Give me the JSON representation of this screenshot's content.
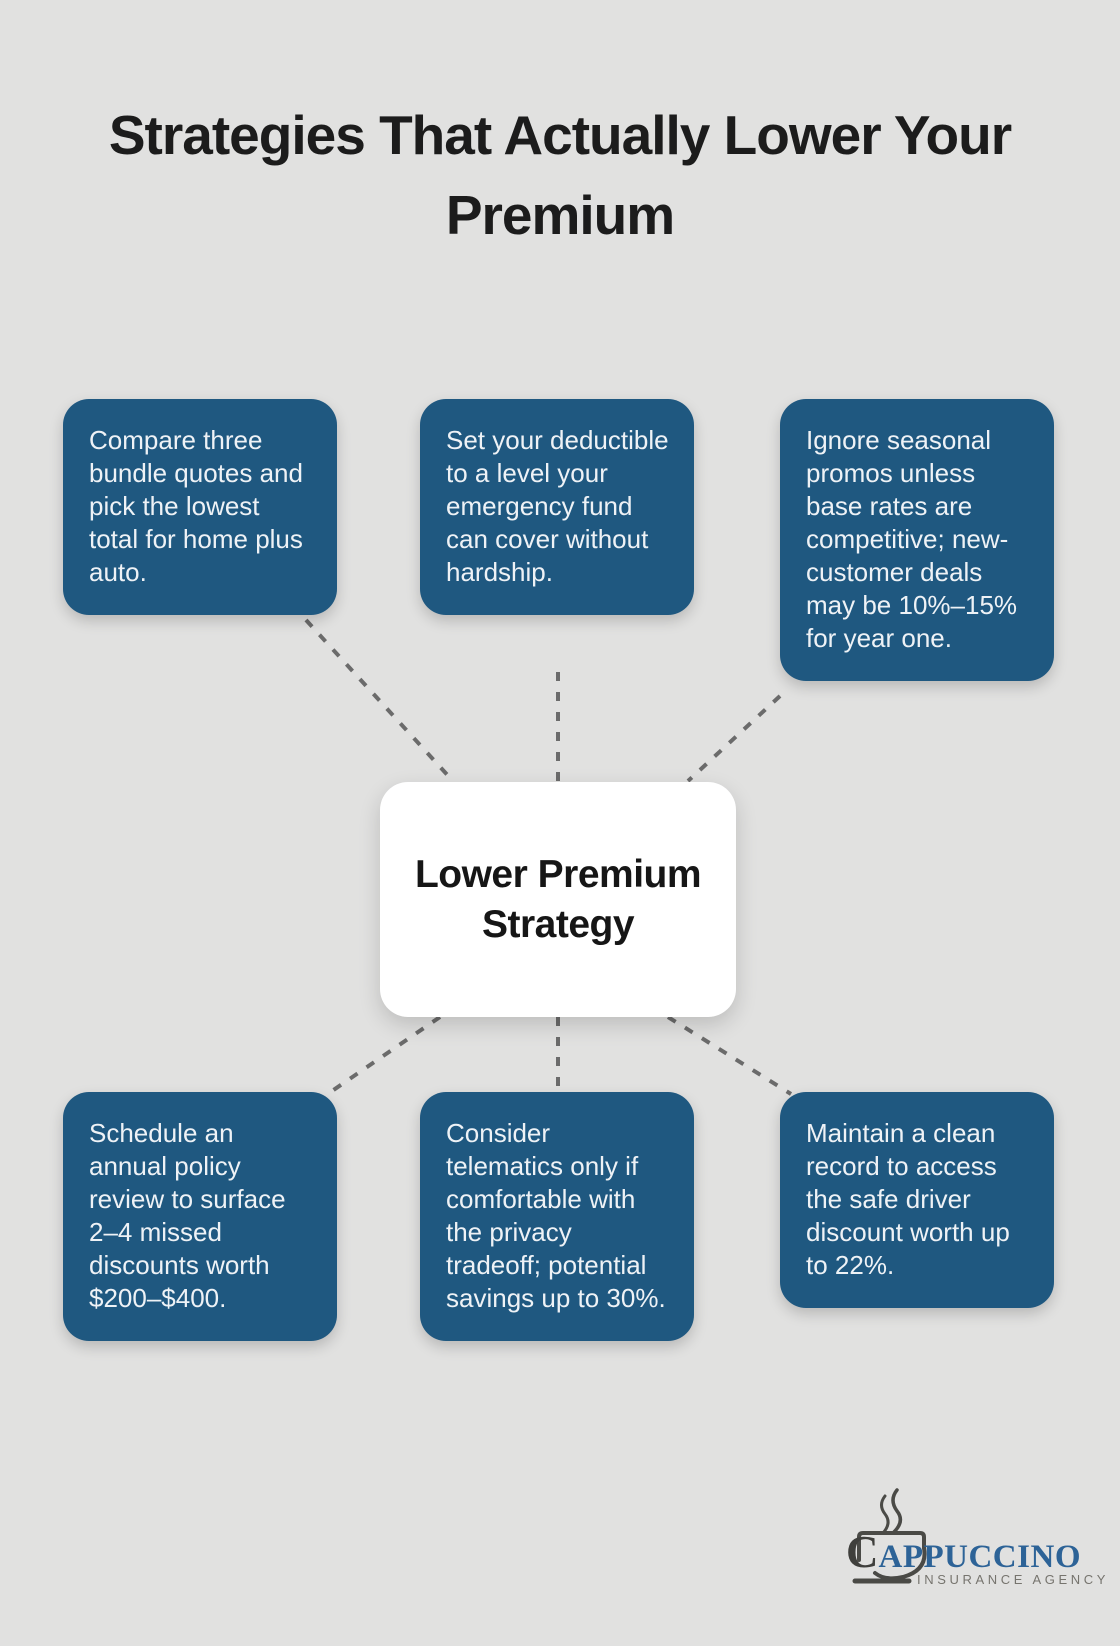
{
  "page": {
    "title": "Strategies That Actually Lower Your Premium",
    "background_color": "#e1e1e0"
  },
  "diagram": {
    "center": {
      "label": "Lower Premium Strategy"
    },
    "nodes": [
      {
        "id": "top-left",
        "text": "Compare three bundle quotes and pick the lowest total for home plus auto."
      },
      {
        "id": "top-center",
        "text": "Set your deductible to a level your emergency fund can cover without hardship."
      },
      {
        "id": "top-right",
        "text": "Ignore seasonal promos unless base rates are competitive; new-customer deals may be 10%–15% for year one."
      },
      {
        "id": "bottom-left",
        "text": "Schedule an annual policy review to surface 2–4 missed discounts worth $200–$400."
      },
      {
        "id": "bottom-center",
        "text": "Consider telematics only if comfortable with the privacy tradeoff; potential savings up to 30%."
      },
      {
        "id": "bottom-right",
        "text": "Maintain a clean record to access the safe driver discount worth up to 22%."
      }
    ],
    "colors": {
      "node_fill": "#1f5880",
      "node_text": "#eef2f6",
      "connector": "#6b6b6b",
      "center_fill": "#ffffff",
      "center_text": "#161616"
    }
  },
  "logo": {
    "icon": "coffee-cup-steam-icon",
    "brand_initial": "C",
    "brand_rest": "APPUCCINO",
    "tagline": "INSURANCE AGENCY",
    "colors": {
      "brand_initial": "#3f3f3c",
      "brand_rest": "#2d6397",
      "tagline": "#76746e",
      "cup": "#4a4a46"
    }
  }
}
